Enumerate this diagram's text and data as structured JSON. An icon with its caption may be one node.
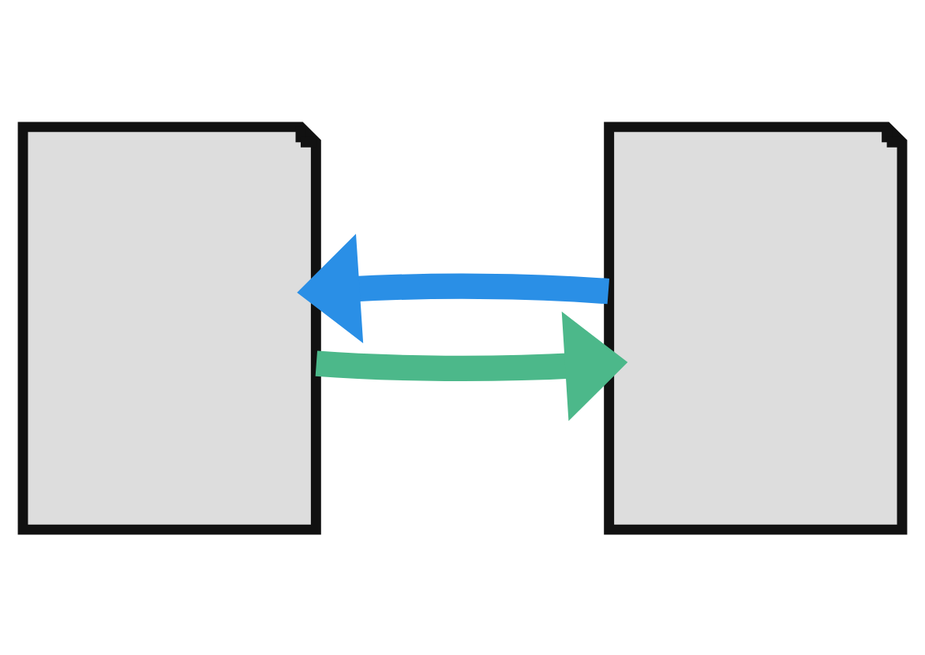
{
  "diagram": {
    "nodes": [
      {
        "text": [],
        "shape": "document"
      },
      {
        "text": [],
        "shape": "document"
      }
    ],
    "edges": [
      {
        "from": 1,
        "to": 0,
        "arrow": "to",
        "color": "#2a8fe6"
      },
      {
        "from": 0,
        "to": 1,
        "arrow": "to",
        "color": "#4cb88a"
      }
    ]
  }
}
